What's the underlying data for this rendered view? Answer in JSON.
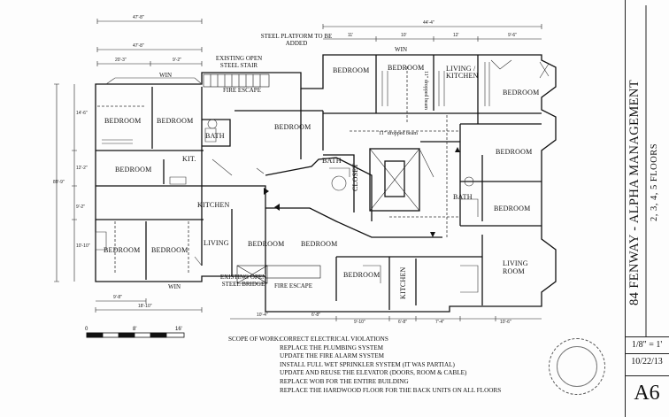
{
  "rooms": {
    "bedroom_1": "BEDROOM",
    "bedroom_2": "BEDROOM",
    "bath_1": "BATH",
    "kit_1": "KIT.",
    "bedroom_3": "BEDROOM",
    "kitchen_1": "KITCHEN",
    "bedroom_4": "BEDROOM",
    "bedroom_5": "BEDROOM",
    "living_1": "LIVING",
    "bedroom_6": "BEDROOM",
    "bedroom_7": "BEDROOM",
    "bedroom_8": "BEDROOM",
    "bath_2": "BATH",
    "closet": "CLOSET",
    "bedroom_top_1": "BEDROOM",
    "bedroom_top_2": "BEDROOM",
    "living_kitchen": "LIVING / KITCHEN",
    "bedroom_top_3": "BEDROOM",
    "bedroom_r1": "BEDROOM",
    "bedroom_r2": "BEDROOM",
    "bath_3": "BATH",
    "living_room": "LIVING ROOM",
    "kitchen_2": "KITCHEN",
    "bedroom_bottom": "BEDROOM",
    "dropped_beam": "11\" dropped beam",
    "dropped_beam_2": "11\" dropped beam"
  },
  "annotations": {
    "steel_platform": "STEEL PLATFORM TO BE ADDED",
    "existing_stair": "EXISTING OPEN STEEL STAIR",
    "fire_escape_top": "FIRE ESCAPE",
    "existing_bridge": "EXISTING OPEN STEEL BRIDGE",
    "fire_escape_bottom": "FIRE ESCAPE",
    "win_1": "WIN",
    "win_2": "WIN",
    "win_3": "WIN"
  },
  "dimensions": {
    "d_top_1": "47'-8\"",
    "d_top_2": "47'-8\"",
    "d_top_3": "20'-3\"",
    "d_top_4": "9'-2\"",
    "d_top_5": "44'-4\"",
    "d_top_6": "11'",
    "d_top_7": "10'",
    "d_top_8": "12'",
    "d_top_9": "9'-6\"",
    "d_left_total": "89'-9\"",
    "d_left_1": "14'-6\"",
    "d_left_2": "12'-2\"",
    "d_left_3": "9'-2\"",
    "d_left_4": "10'-10\"",
    "d_bottom_1": "9'-8\"",
    "d_bottom_2": "18'-10\"",
    "d_bottom_3": "10'-4\"",
    "d_bottom_4": "6'-8\"",
    "d_bottom_5": "9'-10\"",
    "d_bottom_6": "6'-8\"",
    "d_bottom_7": "7'-4\"",
    "d_bottom_8": "10'-6\""
  },
  "scale_bar": {
    "zero": "0",
    "mid": "8'",
    "end": "16'"
  },
  "scope_of_work": {
    "title": "SCOPE OF WORK:",
    "items": [
      "CORRECT ELECTRICAL VIOLATIONS",
      "REPLACE THE PLUMBING SYSTEM",
      "UPDATE THE FIRE ALARM SYSTEM",
      "INSTALL FULL WET SPRINKLER SYSTEM (IT WAS PARTIAL)",
      "UPDATE AND REUSE THE ELEVATOR (DOORS, ROOM & CABLE)",
      "REPLACE WOB FOR THE ENTIRE BUILDING",
      "REPLACE THE HARDWOOD FLOOR FOR THE BACK UNITS ON ALL FLOORS"
    ]
  },
  "title_block": {
    "project": "84 FENWAY - ALPHA MANAGEMENT",
    "floors": "2, 3, 4, 5 FLOORS",
    "scale": "1/8\" = 1'",
    "date": "10/22/13",
    "sheet": "A6"
  }
}
